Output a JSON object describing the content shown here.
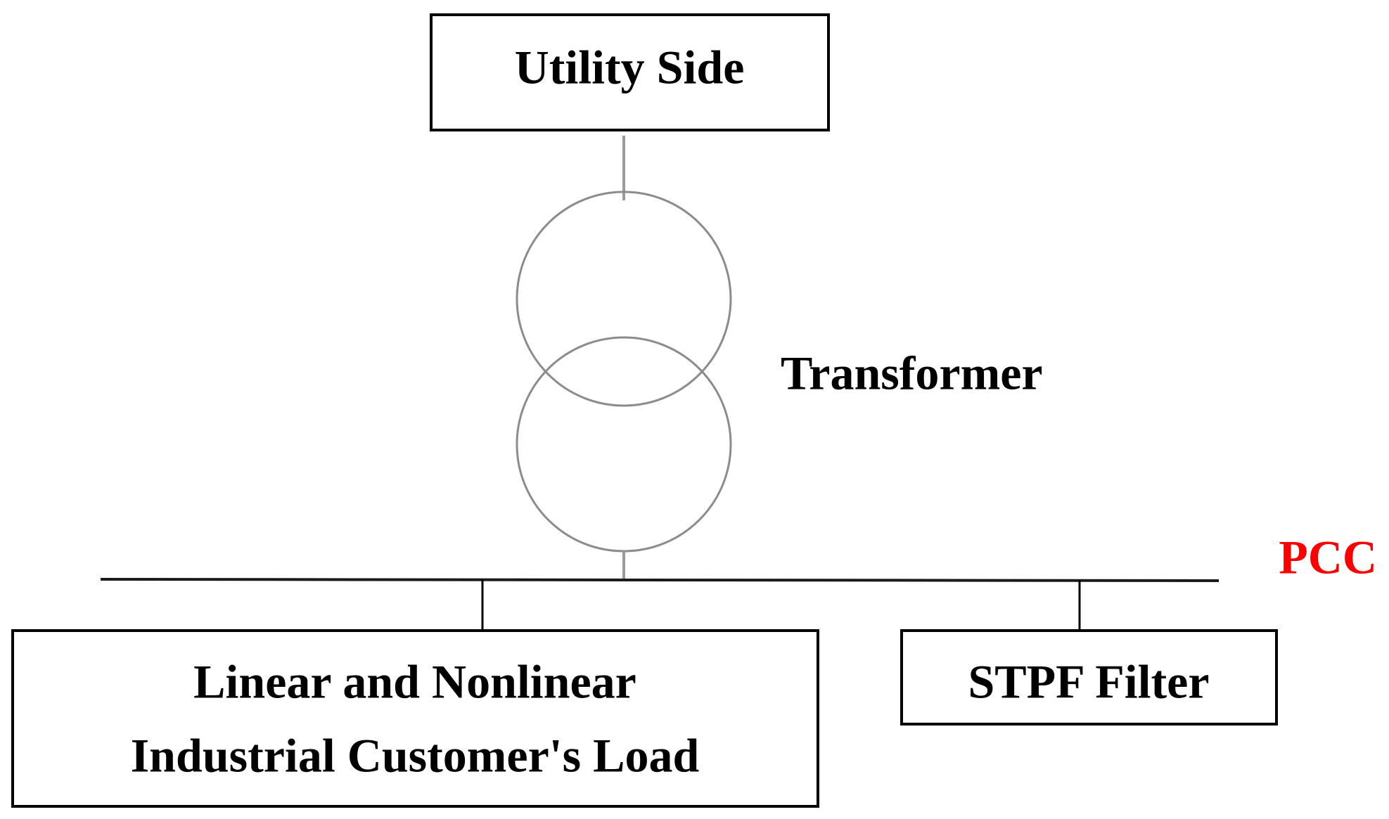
{
  "diagram": {
    "utility": {
      "label": "Utility Side"
    },
    "transformer": {
      "label": "Transformer"
    },
    "bus": {
      "label": "PCC",
      "label_color": "#ff0000"
    },
    "load": {
      "line1": "Linear and Nonlinear",
      "line2": "Industrial Customer's Load"
    },
    "filter": {
      "label": "STPF Filter"
    }
  }
}
